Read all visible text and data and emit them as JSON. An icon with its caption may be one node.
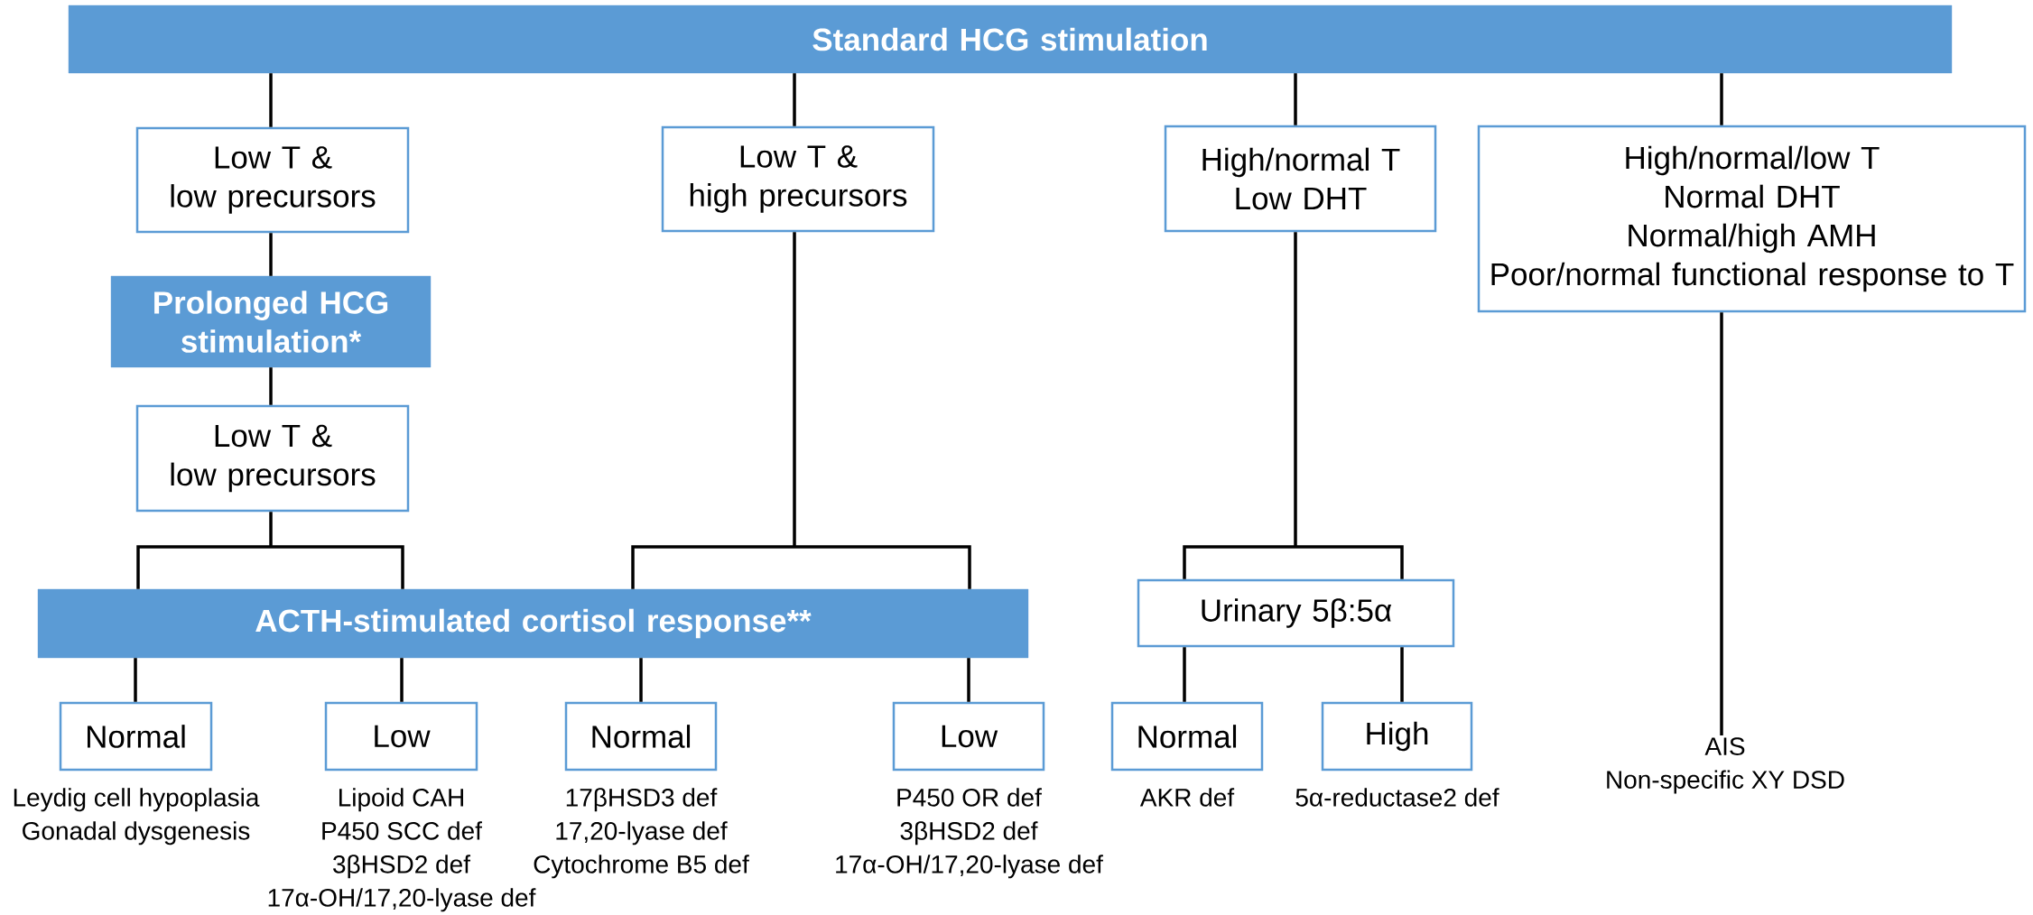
{
  "diagram": {
    "nodes": [
      {
        "text": [
          "Standard HCG stimulation"
        ]
      },
      {
        "text": [
          "Low T &",
          "low precursors"
        ]
      },
      {
        "text": [
          "Low T &",
          "high precursors"
        ]
      },
      {
        "text": [
          "High/normal T",
          "Low DHT"
        ]
      },
      {
        "text": [
          "High/normal/low T",
          "Normal DHT",
          "Normal/high AMH",
          "Poor/normal functional response to T"
        ]
      },
      {
        "text": [
          "Prolonged HCG stimulation*"
        ]
      },
      {
        "text": [
          "Low T &",
          "low precursors"
        ]
      },
      {
        "text": [
          "ACTH-stimulated cortisol response**"
        ]
      },
      {
        "text": [
          "Urinary 5β:5α"
        ]
      },
      {
        "text": [
          "Normal"
        ],
        "beside": [
          "Leydig cell hypoplasia",
          "Gonadal dysgenesis"
        ]
      },
      {
        "text": [
          "Low"
        ],
        "beside": [
          "Lipoid CAH",
          "P450 SCC def",
          "3βHSD2 def",
          "17α-OH/17,20-lyase def"
        ]
      },
      {
        "text": [
          "Normal"
        ],
        "beside": [
          "17βHSD3 def",
          "17,20-lyase def",
          "Cytochrome B5 def"
        ]
      },
      {
        "text": [
          "Low"
        ],
        "beside": [
          "P450 OR def",
          "3βHSD2 def",
          "17α-OH/17,20-lyase def"
        ]
      },
      {
        "text": [
          "Normal"
        ],
        "beside": [
          "AKR def"
        ]
      },
      {
        "text": [
          "High"
        ],
        "beside": [
          "5α-reductase2 def"
        ]
      },
      {
        "text": [
          "AIS",
          "Non-specific XY DSD"
        ]
      }
    ],
    "edges": [
      {
        "from": 0,
        "to": 1,
        "arrow": "none"
      },
      {
        "from": 0,
        "to": 2,
        "arrow": "none"
      },
      {
        "from": 0,
        "to": 3,
        "arrow": "none"
      },
      {
        "from": 0,
        "to": 4,
        "arrow": "none"
      },
      {
        "from": 1,
        "to": 5,
        "arrow": "none"
      },
      {
        "from": 5,
        "to": 6,
        "arrow": "none"
      },
      {
        "from": 6,
        "to": 7,
        "arrow": "none"
      },
      {
        "from": 2,
        "to": 7,
        "arrow": "none"
      },
      {
        "from": 3,
        "to": 8,
        "arrow": "none"
      },
      {
        "from": 7,
        "to": 9,
        "arrow": "none"
      },
      {
        "from": 7,
        "to": 10,
        "arrow": "none"
      },
      {
        "from": 7,
        "to": 11,
        "arrow": "none"
      },
      {
        "from": 7,
        "to": 12,
        "arrow": "none"
      },
      {
        "from": 8,
        "to": 13,
        "arrow": "none"
      },
      {
        "from": 8,
        "to": 14,
        "arrow": "none"
      },
      {
        "from": 4,
        "to": 15,
        "arrow": "none"
      }
    ]
  }
}
